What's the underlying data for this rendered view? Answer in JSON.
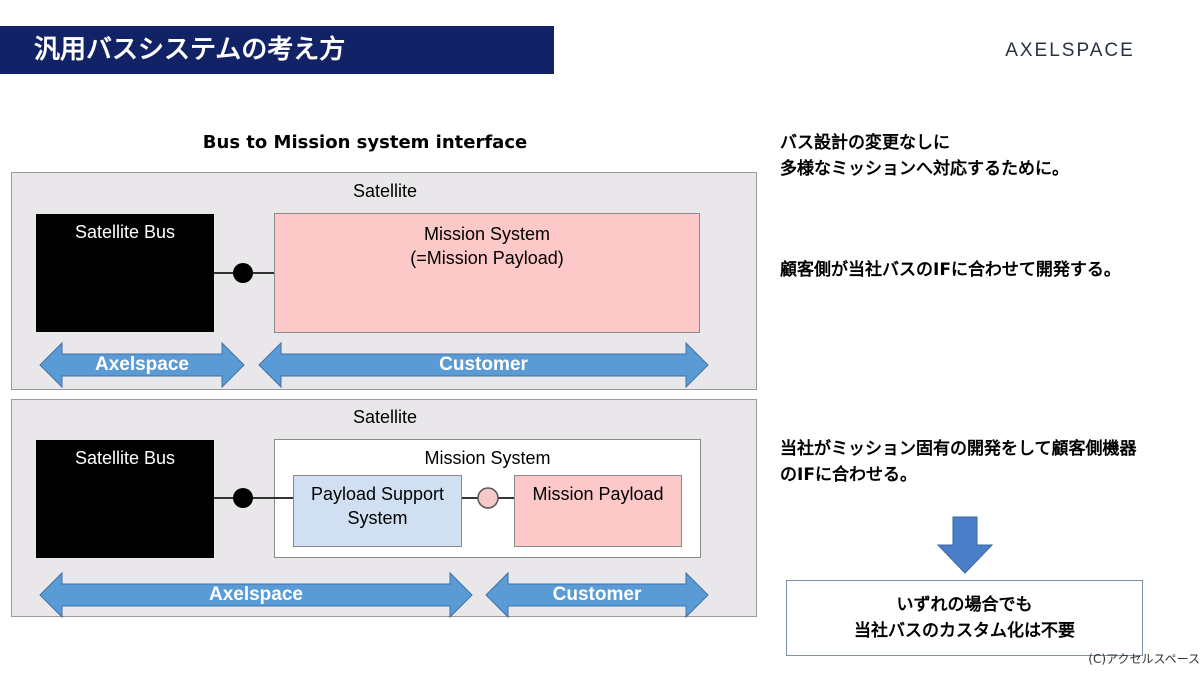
{
  "slide": {
    "title": "汎用バスシステムの考え方",
    "logo": "AXELSPACE",
    "copyright": "(C)アクセルスペース"
  },
  "diagram": {
    "title": "Bus to Mission system interface",
    "top": {
      "panel_label": "Satellite",
      "bus_label": "Satellite Bus",
      "mission_line1": "Mission System",
      "mission_line2": "(=Mission Payload)",
      "arrow_left": "Axelspace",
      "arrow_right": "Customer"
    },
    "bottom": {
      "panel_label": "Satellite",
      "bus_label": "Satellite Bus",
      "mission_label": "Mission System",
      "support_line1": "Payload Support",
      "support_line2": "System",
      "payload_label": "Mission Payload",
      "arrow_left": "Axelspace",
      "arrow_right": "Customer"
    }
  },
  "notes": {
    "top_line1": "バス設計の変更なしに",
    "top_line2": "多様なミッションへ対応するために。",
    "middle": "顧客側が当社バスのIFに合わせて開発する。",
    "bottom_line1": "当社がミッション固有の開発をして顧客側機器",
    "bottom_line2": "のIFに合わせる。",
    "result_line1": "いずれの場合でも",
    "result_line2": "当社バスのカスタム化は不要"
  },
  "colors": {
    "title_bar": "#112266",
    "arrow_fill": "#5b9bd5",
    "panel_bg": "#e9e7ea",
    "pink": "#fcc8c8",
    "light_blue": "#d0e0f2",
    "down_arrow": "#4a7ec9"
  }
}
